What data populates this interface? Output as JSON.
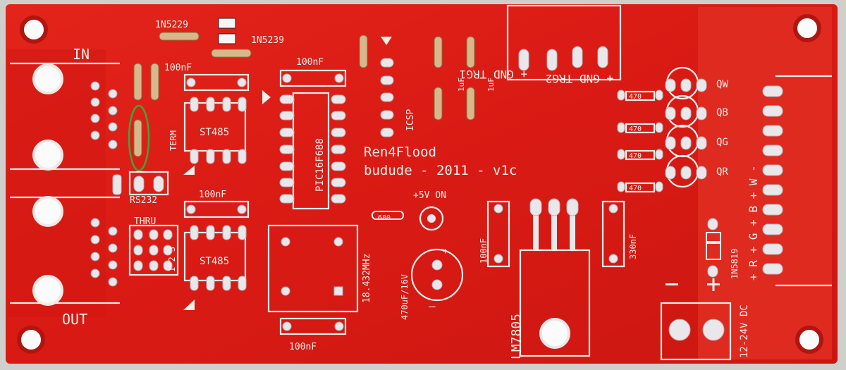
{
  "labels": {
    "in": "IN",
    "out": "OUT",
    "d1n5229": "1N5229",
    "d1n5239": "1N5239",
    "c100nf": "100nF",
    "st485": "ST485",
    "rs232": "RS232",
    "thru": "THRU",
    "term": "TERM",
    "jumper_numbers": "1 2 3",
    "pic": "PIC16F688",
    "crystal": "18.432MHz",
    "icsp": "ICSP",
    "c1uf": "1uF",
    "project_name": "Ren4Flood",
    "credit_line": "budude - 2011 - v1c",
    "power_on": "+5V ON",
    "elco": "470uF/16V",
    "plus": "+",
    "minus": "—",
    "c330nf": "330nF",
    "regulator": "LM7805",
    "d1n5819": "1N5819",
    "dc_input": "12-24V DC",
    "r680": "680",
    "r470": "470",
    "qw": "QW",
    "qb": "QB",
    "qg": "QG",
    "qr": "QR",
    "trg_left": "+ GND TRG1",
    "trg_right": "+ GND TRG2",
    "rgbw": "+ R + G + B + W -"
  }
}
